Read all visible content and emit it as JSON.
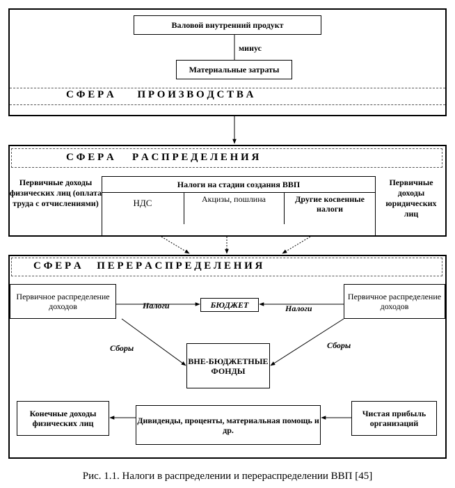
{
  "production": {
    "gdp": "Валовой внутренний продукт",
    "minus": "минус",
    "material_costs": "Материальные затраты",
    "sphere_title": "С Ф Е Р А         П Р О И З В О Д С Т В А"
  },
  "distribution": {
    "sphere_title": "С Ф Е Р А       Р А С П Р Е Д Е Л Е Н И Я",
    "primary_individuals": "Первичные доходы физических лиц (оплата труда с отчислениями)",
    "taxes_header": "Налоги на стадии создания ВВП",
    "vat": "НДС",
    "excise": "Акцизы, пошлина",
    "other_indirect": "Другие косвенные налоги",
    "primary_legal": "Первичные доходы юридических лиц"
  },
  "redistribution": {
    "sphere_title": "С Ф Е Р А      П Е Р Е Р А С П Р Е Д Е Л Е Н И Я",
    "primary_left": "Первичное распределение доходов",
    "primary_right": "Первичное распределение доходов",
    "budget": "БЮДЖЕТ",
    "taxes_left": "Налоги",
    "taxes_right": "Налоги",
    "fees_left": "Сборы",
    "fees_right": "Сборы",
    "funds": "ВНЕ-БЮДЖЕТНЫЕ ФОНДЫ",
    "final_income": "Конечные доходы физических лиц",
    "dividends": "Дивиденды, проценты, материальная помощь и др.",
    "net_profit": "Чистая прибыль организаций"
  },
  "caption": "Рис. 1.1. Налоги в распределении и перераспределении ВВП [45]"
}
